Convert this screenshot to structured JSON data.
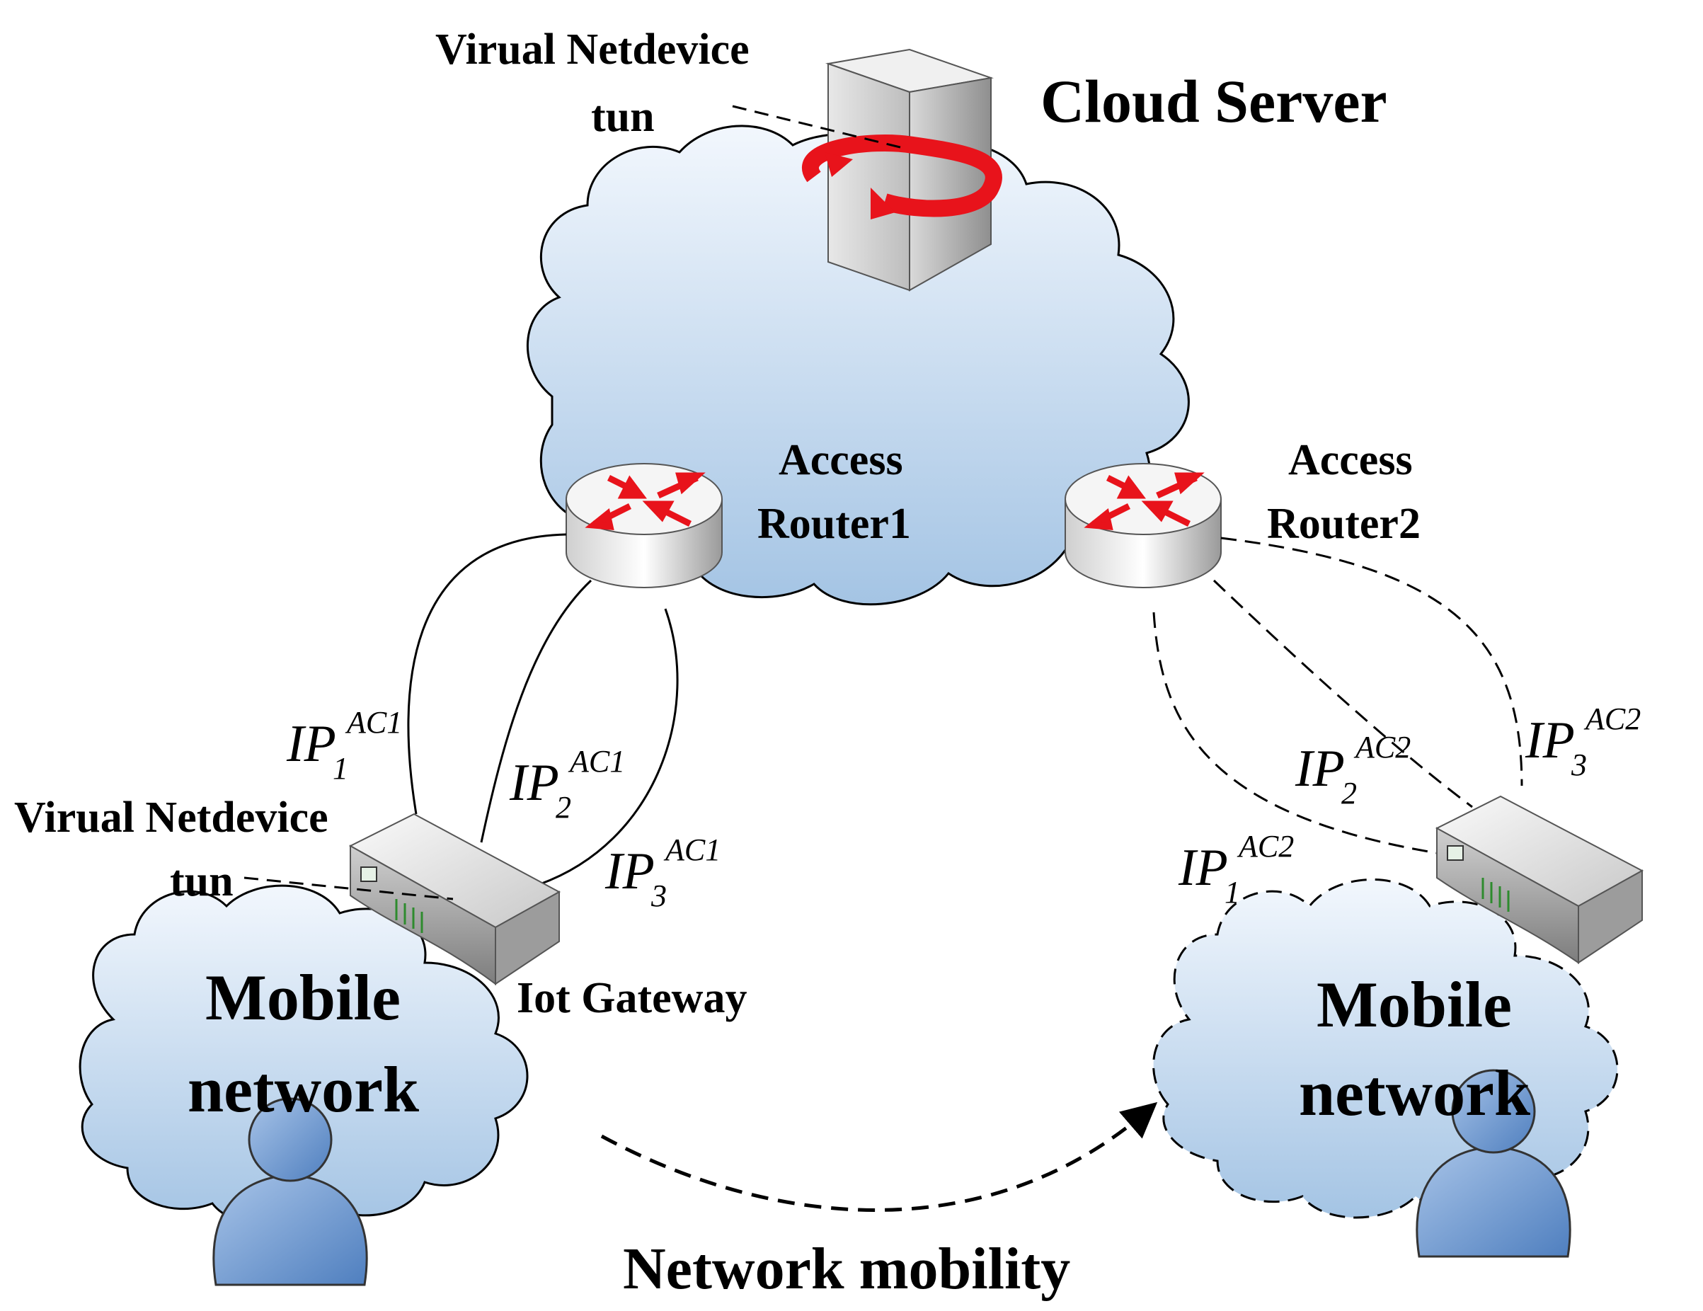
{
  "cloud_server": {
    "title": "Cloud Server"
  },
  "virtual_netdevice_top": {
    "line1": "Virual Netdevice",
    "line2": "tun"
  },
  "virtual_netdevice_bottom": {
    "line1": "Virual Netdevice",
    "line2": "tun"
  },
  "access_router1": {
    "line1": "Access",
    "line2": "Router1"
  },
  "access_router2": {
    "line1": "Access",
    "line2": "Router2"
  },
  "iot_gateway": {
    "label": "Iot Gateway"
  },
  "mobile_network_left": {
    "line1": "Mobile",
    "line2": "network"
  },
  "mobile_network_right": {
    "line1": "Mobile",
    "line2": "network"
  },
  "mobility_label": "Network mobility",
  "ip_labels": {
    "left": [
      {
        "base": "IP",
        "sub": "1",
        "sup": "AC1"
      },
      {
        "base": "IP",
        "sub": "2",
        "sup": "AC1"
      },
      {
        "base": "IP",
        "sub": "3",
        "sup": "AC1"
      }
    ],
    "right": [
      {
        "base": "IP",
        "sub": "1",
        "sup": "AC2"
      },
      {
        "base": "IP",
        "sub": "2",
        "sup": "AC2"
      },
      {
        "base": "IP",
        "sub": "3",
        "sup": "AC2"
      }
    ]
  },
  "colors": {
    "cloud_fill_top": "#eef5fc",
    "cloud_fill_bottom": "#a9c8e6",
    "router_arrow": "#e8131b",
    "user_icon": "#6f98cc",
    "line": "#000000"
  }
}
